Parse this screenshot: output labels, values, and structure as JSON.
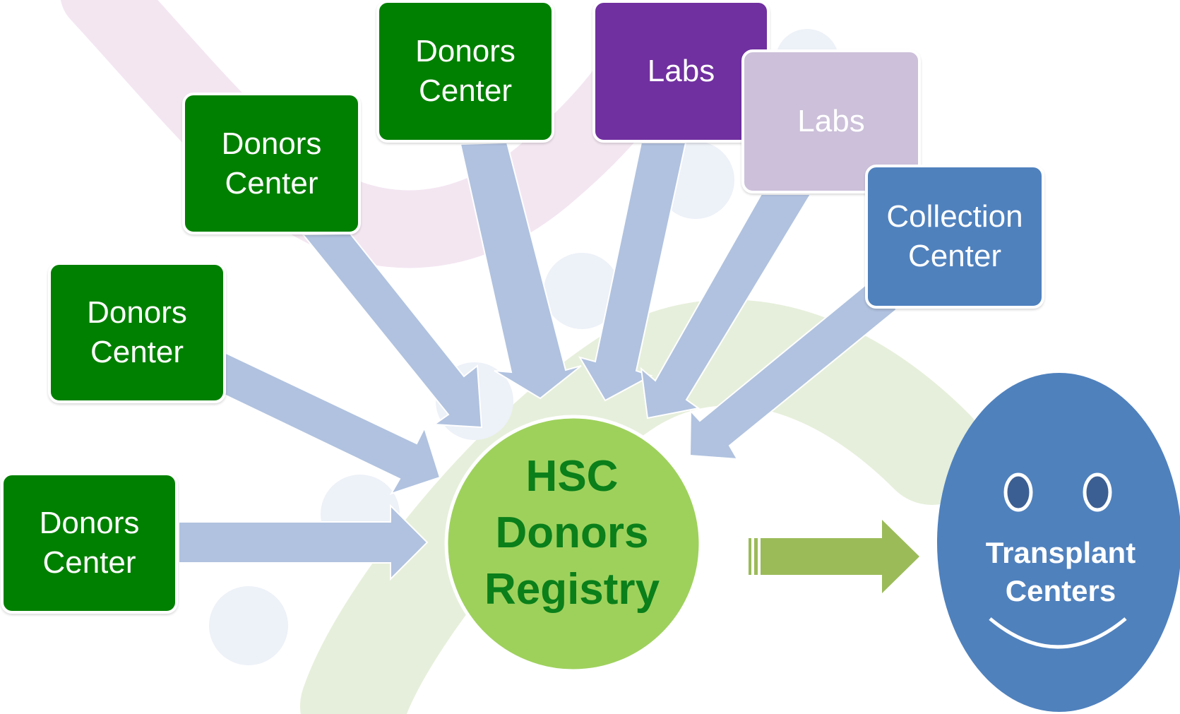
{
  "colors": {
    "donor_box": "#008000",
    "lab_dark": "#7030a0",
    "lab_light": "#ccc0da",
    "collection_box": "#4f81bd",
    "arrow": "#b0c2df",
    "registry_fill": "#9ed15c",
    "registry_text": "#0a7f1a",
    "output_arrow": "#9bbb59",
    "transplant_fill": "#4f81bd",
    "transplant_text": "#ffffff"
  },
  "sources": [
    {
      "id": "donors-1",
      "label": "Donors\nCenter"
    },
    {
      "id": "donors-2",
      "label": "Donors\nCenter"
    },
    {
      "id": "donors-3",
      "label": "Donors\nCenter"
    },
    {
      "id": "donors-4",
      "label": "Donors\nCenter"
    },
    {
      "id": "labs-1",
      "label": "Labs"
    },
    {
      "id": "labs-2",
      "label": "Labs"
    },
    {
      "id": "collection",
      "label": "Collection\nCenter"
    }
  ],
  "registry": {
    "label": "HSC\nDonors\nRegistry"
  },
  "transplant": {
    "label": "Transplant\nCenters"
  }
}
